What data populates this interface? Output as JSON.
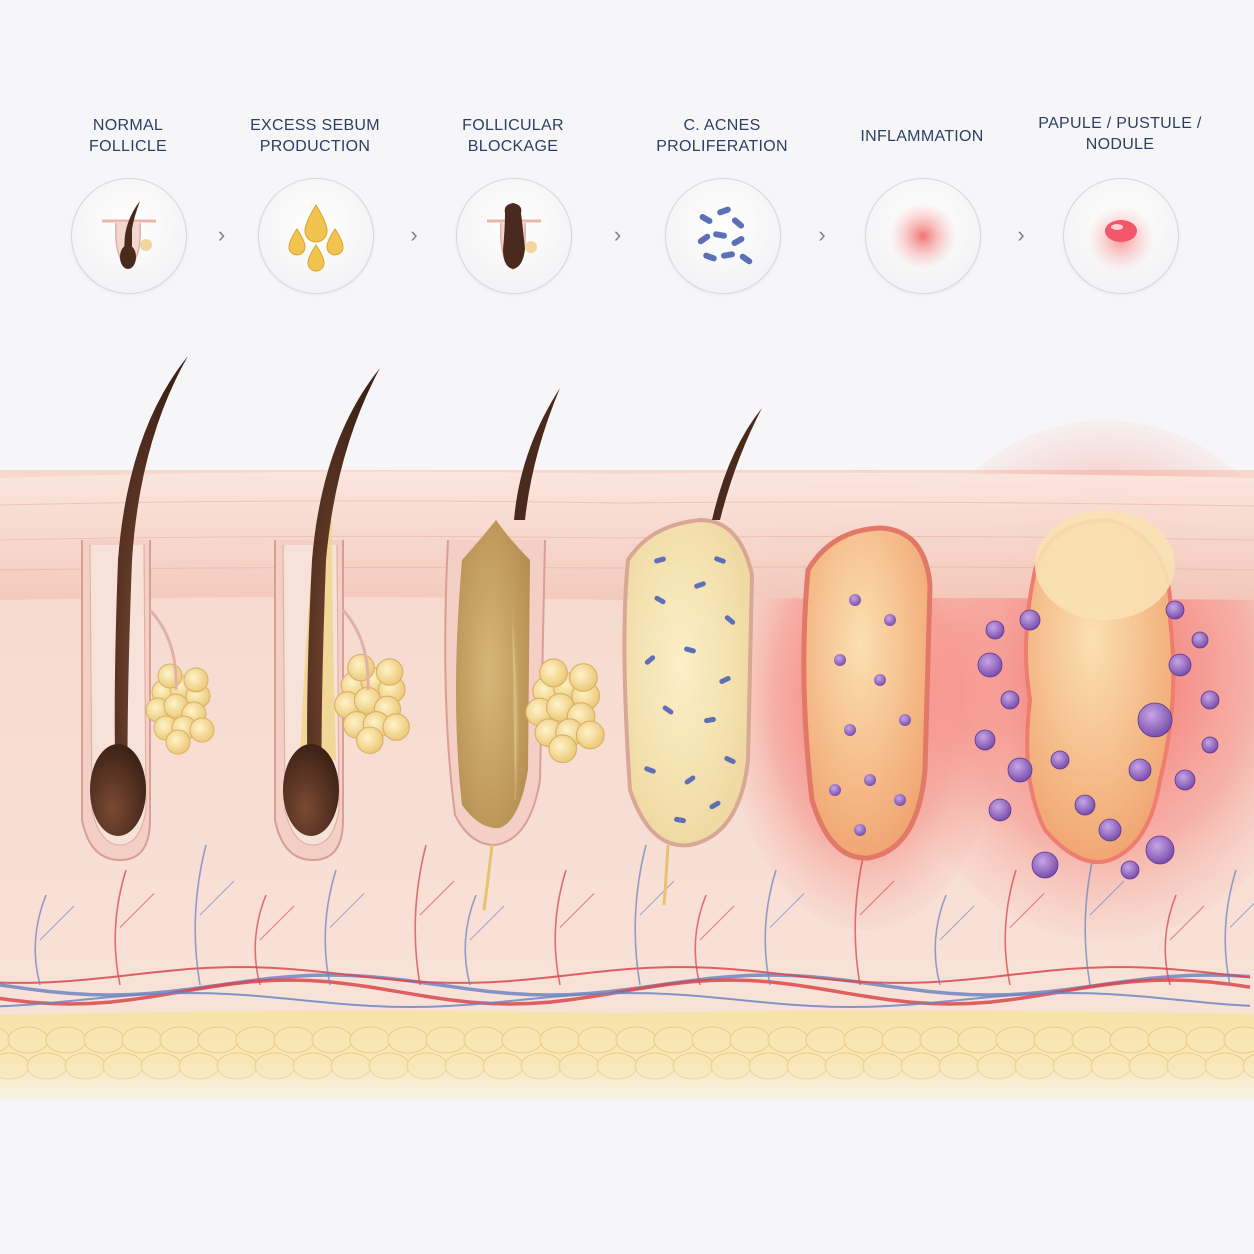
{
  "stages": [
    {
      "id": "normal",
      "lines": [
        "NORMAL",
        "FOLLICLE"
      ],
      "icon": "hair-follicle-icon"
    },
    {
      "id": "sebum",
      "lines": [
        "EXCESS SEBUM",
        "PRODUCTION"
      ],
      "icon": "oil-drops-icon"
    },
    {
      "id": "blockage",
      "lines": [
        "FOLLICULAR",
        "BLOCKAGE"
      ],
      "icon": "blocked-follicle-icon"
    },
    {
      "id": "bacteria",
      "lines": [
        "C. ACNES",
        "PROLIFERATION"
      ],
      "icon": "bacteria-icon"
    },
    {
      "id": "inflammation",
      "lines": [
        "INFLAMMATION"
      ],
      "icon": "inflammation-icon"
    },
    {
      "id": "lesion",
      "lines": [
        "PAPULE / PUSTULE /",
        "NODULE"
      ],
      "icon": "pustule-icon"
    }
  ],
  "arrow_glyph": "›",
  "colors": {
    "label": "#2c3f63",
    "epidermis": "#f6d2c8",
    "dermis": "#f7ddd3",
    "fat": "#f5dca0",
    "hair": "#4a2a1c",
    "sebum": "#f0d58c",
    "bacteria": "#5d6fb5",
    "inflammation": "#f06a6a",
    "immune_cell": "#8b5fb8",
    "artery": "#d9464c",
    "vein": "#6c86c2"
  }
}
